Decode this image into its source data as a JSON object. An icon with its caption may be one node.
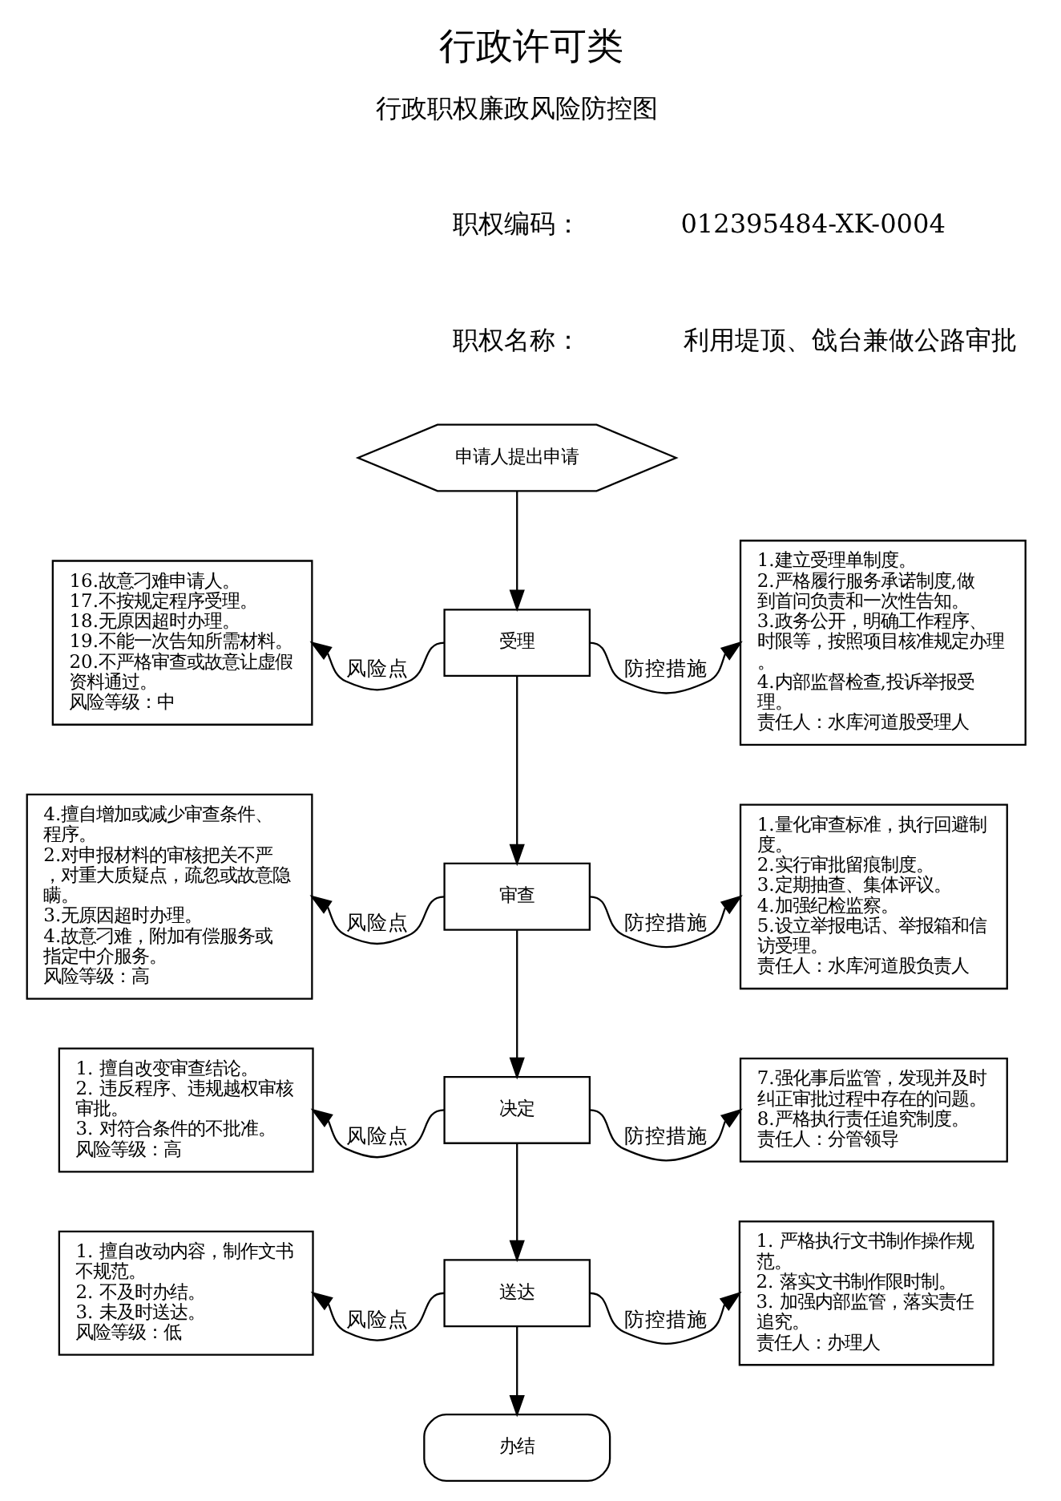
{
  "diagram": {
    "title": "行政许可类",
    "nodes": [
      {
        "text": [
          "申请人提出申请"
        ]
      },
      {
        "text": [
          "受理"
        ]
      },
      {
        "text": [
          "16.故意刁难申请人。",
          "17.不按规定程序受理。",
          "18.无原因超时办理。",
          "19.不能一次告知所需材料。",
          "20.不严格审查或故意让虚假资料通过。",
          "风险等级：中"
        ]
      },
      {
        "text": [
          "1.建立受理单制度。",
          "2.严格履行服务承诺制度,做到首问负责和一次性告知。",
          "3.政务公开，明确工作程序、时限等，按照项目核准规定办理。",
          "4.内部监督检查,投诉举报受理。",
          "责任人：水库河道股受理人"
        ]
      },
      {
        "text": [
          "审查"
        ]
      },
      {
        "text": [
          "4.擅自增加或减少审查条件、程序。",
          "2.对申报材料的审核把关不严，对重大质疑点，疏忽或故意隐瞒。",
          "3.无原因超时办理。",
          "4.故意刁难，附加有偿服务或指定中介服务。",
          "风险等级：高"
        ]
      },
      {
        "text": [
          "1.量化审查标准，执行回避制度。",
          "2.实行审批留痕制度。",
          "3.定期抽查、集体评议。",
          "4.加强纪检监察。",
          "5.设立举报电话、举报箱和信访受理。",
          "责任人：水库河道股负责人"
        ]
      },
      {
        "text": [
          "决定"
        ]
      },
      {
        "text": [
          "1. 擅自改变审查结论。",
          "2. 违反程序、违规越权审核审批。",
          "3. 对符合条件的不批准。",
          "风险等级：高"
        ]
      },
      {
        "text": [
          "7.强化事后监管，发现并及时纠正审批过程中存在的问题。",
          "8.严格执行责任追究制度。",
          "责任人：分管领导"
        ]
      },
      {
        "text": [
          "送达"
        ]
      },
      {
        "text": [
          "1. 擅自改动内容，制作文书不规范。",
          "2. 不及时办结。",
          "3. 未及时送达。",
          "风险等级：低"
        ]
      },
      {
        "text": [
          "1. 严格执行文书制作操作规范。",
          "2. 落实文书制作限时制。",
          "3. 加强内部监管，落实责任追究。",
          "责任人：办理人"
        ]
      },
      {
        "text": [
          "办结"
        ]
      }
    ],
    "edges": [
      {
        "from": 0,
        "to": 1,
        "arrow": "to"
      },
      {
        "from": 1,
        "to": 2,
        "arrow": "to",
        "label": "风险点"
      },
      {
        "from": 1,
        "to": 3,
        "arrow": "to",
        "label": "防控措施"
      },
      {
        "from": 1,
        "to": 4,
        "arrow": "to"
      },
      {
        "from": 4,
        "to": 5,
        "arrow": "to",
        "label": "风险点"
      },
      {
        "from": 4,
        "to": 6,
        "arrow": "to",
        "label": "防控措施"
      },
      {
        "from": 4,
        "to": 7,
        "arrow": "to"
      },
      {
        "from": 7,
        "to": 8,
        "arrow": "to",
        "label": "风险点"
      },
      {
        "from": 7,
        "to": 9,
        "arrow": "to",
        "label": "防控措施"
      },
      {
        "from": 7,
        "to": 10,
        "arrow": "to"
      },
      {
        "from": 10,
        "to": 11,
        "arrow": "to",
        "label": "风险点"
      },
      {
        "from": 10,
        "to": 12,
        "arrow": "to",
        "label": "防控措施"
      },
      {
        "from": 10,
        "to": 13,
        "arrow": "to"
      }
    ],
    "labels": [
      "行政职权廉政风险防控图",
      "职权编码：",
      "012395484-XK-0004",
      "职权名称：",
      "利用堤顶、戗台兼做公路审批"
    ]
  }
}
